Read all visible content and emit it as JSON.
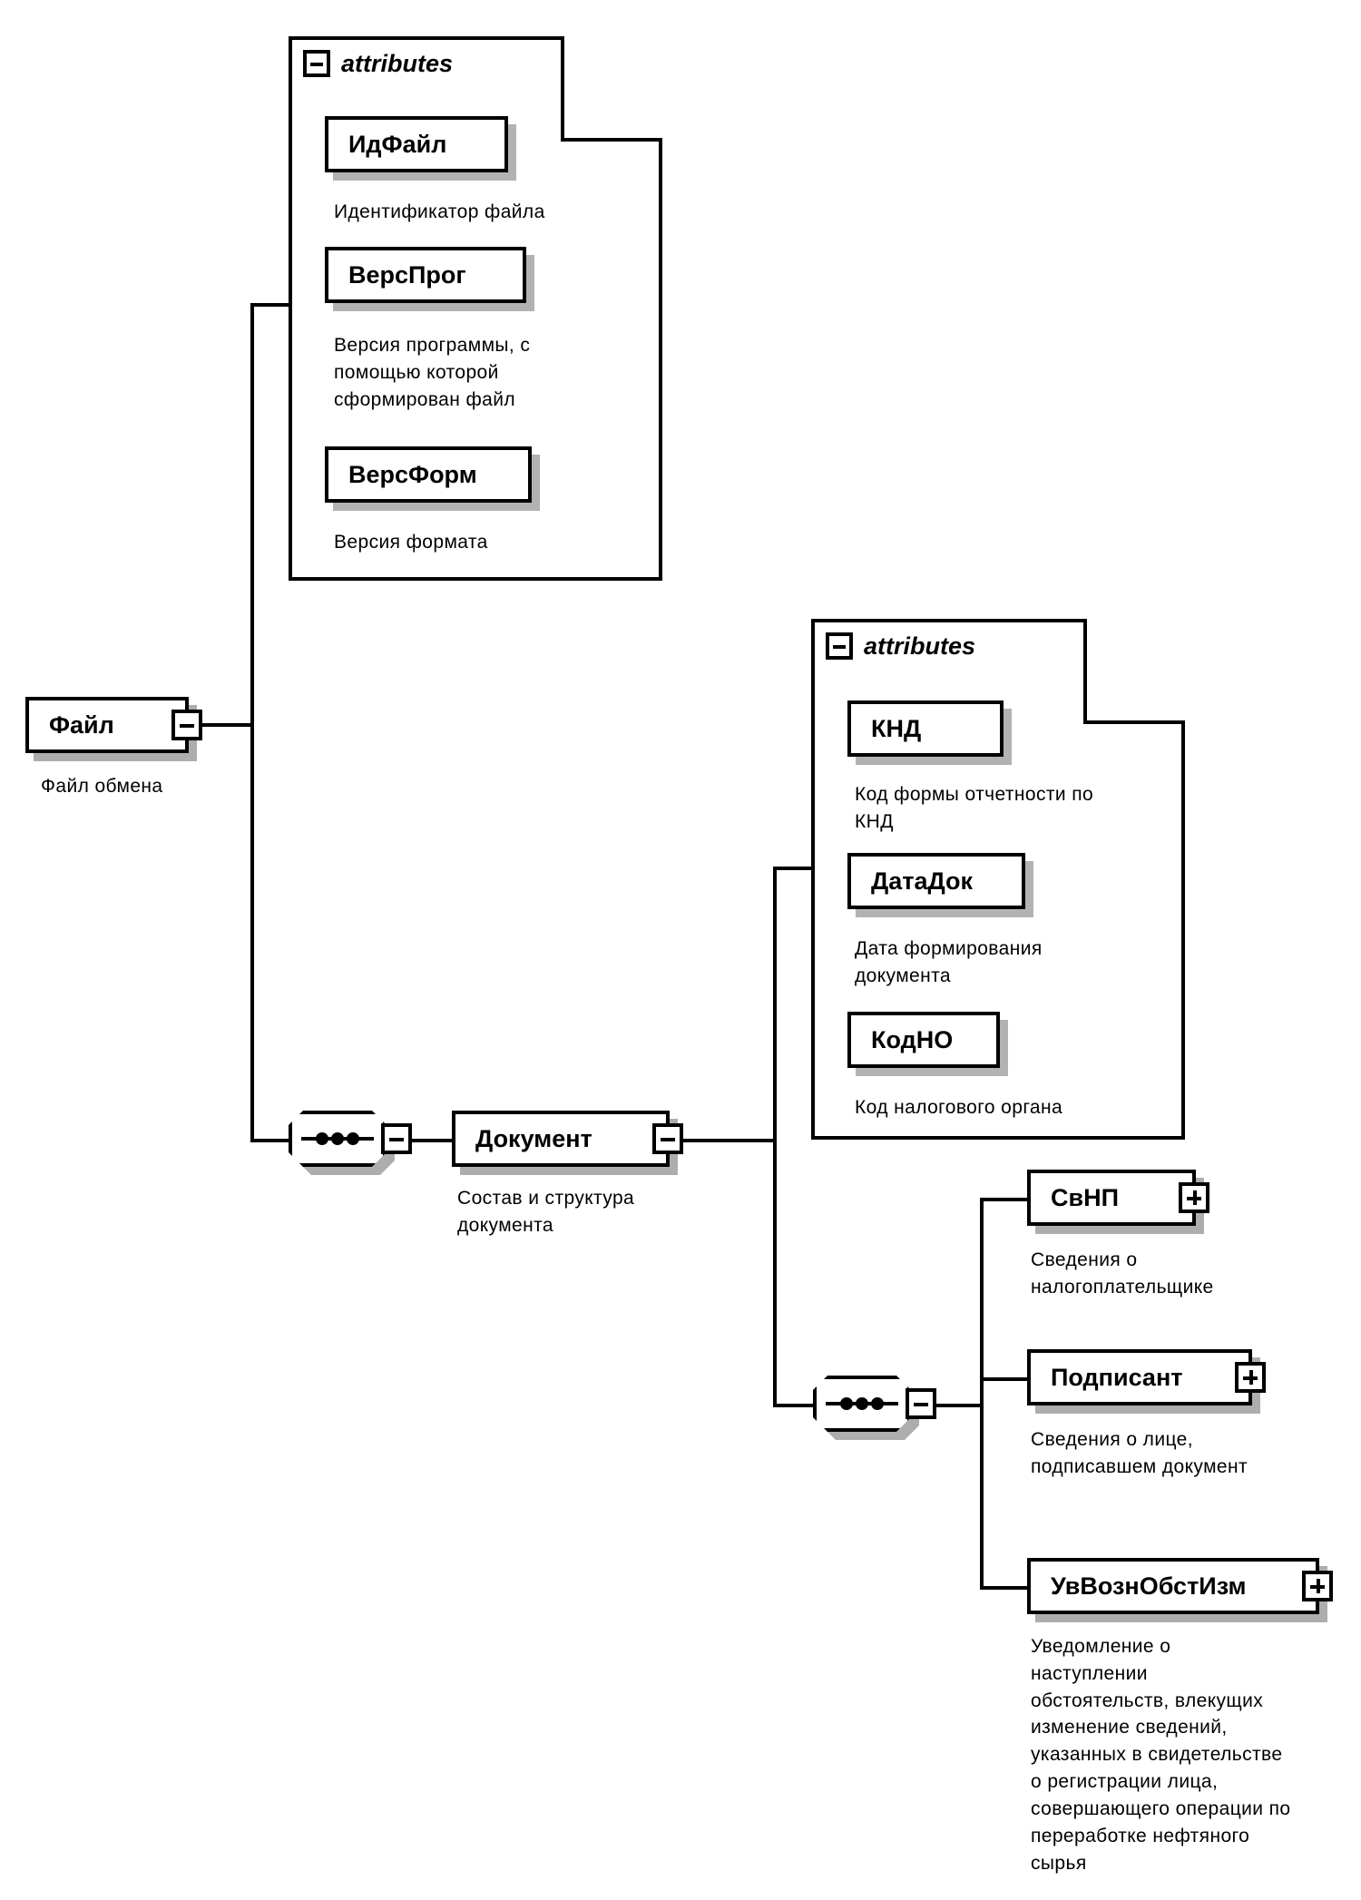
{
  "diagram": {
    "title": "XML Schema structure diagram",
    "color": "#000000",
    "background": "#ffffff"
  },
  "root": {
    "name": "Файл",
    "caption": "Файл обмена",
    "toggle": "minus"
  },
  "attributes_group_1": {
    "header": "attributes",
    "toggle": "minus",
    "items": [
      {
        "name": "ИдФайл",
        "caption": "Идентификатор файла"
      },
      {
        "name": "ВерсПрог",
        "caption": "Версия программы, с\nпомощью которой\nсформирован файл"
      },
      {
        "name": "ВерсФорм",
        "caption": "Версия формата"
      }
    ]
  },
  "document": {
    "name": "Документ",
    "caption": "Состав и структура\nдокумента",
    "toggle": "minus",
    "sequence_icon": "sequence-connector",
    "sequence_toggle": "minus"
  },
  "attributes_group_2": {
    "header": "attributes",
    "toggle": "minus",
    "items": [
      {
        "name": "КНД",
        "caption": "Код формы отчетности по\nКНД"
      },
      {
        "name": "ДатаДок",
        "caption": "Дата формирования\nдокумента"
      },
      {
        "name": "КодНО",
        "caption": "Код налогового органа"
      }
    ]
  },
  "document_children": {
    "sequence_icon": "sequence-connector",
    "sequence_toggle": "minus",
    "items": [
      {
        "name": "СвНП",
        "toggle": "plus",
        "caption": "Сведения о\nналогоплательщике"
      },
      {
        "name": "Подписант",
        "toggle": "plus",
        "caption": "Сведения о лице,\nподписавшем документ"
      },
      {
        "name": "УвВознОбстИзм",
        "toggle": "plus",
        "caption": "Уведомление о\nнаступлении\nобстоятельств, влекущих\nизменение сведений,\nуказанных в свидетельстве\nо регистрации лица,\nсовершающего операции по\nпереработке нефтяного\nсырья"
      }
    ]
  }
}
